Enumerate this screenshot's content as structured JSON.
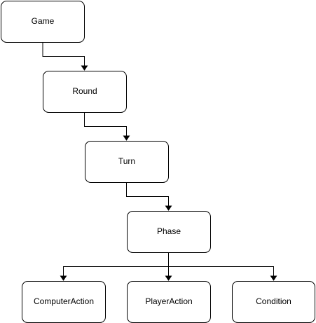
{
  "diagram": {
    "type": "hierarchy",
    "nodes": [
      {
        "id": "game",
        "label": "Game"
      },
      {
        "id": "round",
        "label": "Round"
      },
      {
        "id": "turn",
        "label": "Turn"
      },
      {
        "id": "phase",
        "label": "Phase"
      },
      {
        "id": "computer_action",
        "label": "ComputerAction"
      },
      {
        "id": "player_action",
        "label": "PlayerAction"
      },
      {
        "id": "condition",
        "label": "Condition"
      }
    ],
    "edges": [
      {
        "from": "game",
        "to": "round"
      },
      {
        "from": "round",
        "to": "turn"
      },
      {
        "from": "turn",
        "to": "phase"
      },
      {
        "from": "phase",
        "to": "computer_action"
      },
      {
        "from": "phase",
        "to": "player_action"
      },
      {
        "from": "phase",
        "to": "condition"
      }
    ],
    "colors": {
      "stroke": "#000000",
      "fill": "#ffffff",
      "text": "#000000"
    }
  }
}
